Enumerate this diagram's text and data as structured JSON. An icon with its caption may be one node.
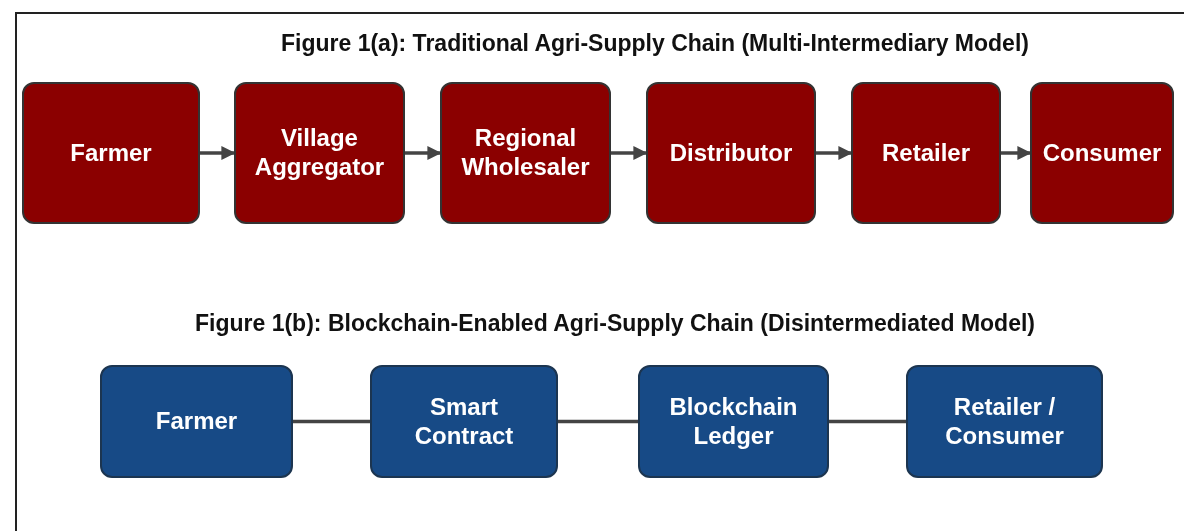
{
  "diagram": {
    "title": "Figure 1(a): Traditional Agri-Supply Chain (Multi-Intermediary Model)",
    "nodes": [
      {
        "text": [
          "Farmer"
        ]
      },
      {
        "text": [
          "Village Aggregator"
        ]
      },
      {
        "text": [
          "Regional Wholesaler"
        ]
      },
      {
        "text": [
          "Distributor"
        ]
      },
      {
        "text": [
          "Retailer"
        ]
      },
      {
        "text": [
          "Consumer"
        ]
      },
      {
        "text": [
          "Farmer"
        ]
      },
      {
        "text": [
          "Smart Contract"
        ]
      },
      {
        "text": [
          "Blockchain Ledger"
        ]
      },
      {
        "text": [
          "Retailer / Consumer"
        ]
      }
    ],
    "edges": [
      {
        "from": 0,
        "to": 1,
        "arrow": "to"
      },
      {
        "from": 1,
        "to": 2,
        "arrow": "to"
      },
      {
        "from": 2,
        "to": 3,
        "arrow": "to"
      },
      {
        "from": 3,
        "to": 4,
        "arrow": "to"
      },
      {
        "from": 4,
        "to": 5,
        "arrow": "to"
      },
      {
        "from": 6,
        "to": 7,
        "arrow": "none"
      },
      {
        "from": 7,
        "to": 8,
        "arrow": "none"
      },
      {
        "from": 8,
        "to": 9,
        "arrow": "none"
      }
    ],
    "labels": [
      "Figure 1(b): Blockchain-Enabled Agri-Supply Chain (Disintermediated Model)"
    ]
  }
}
